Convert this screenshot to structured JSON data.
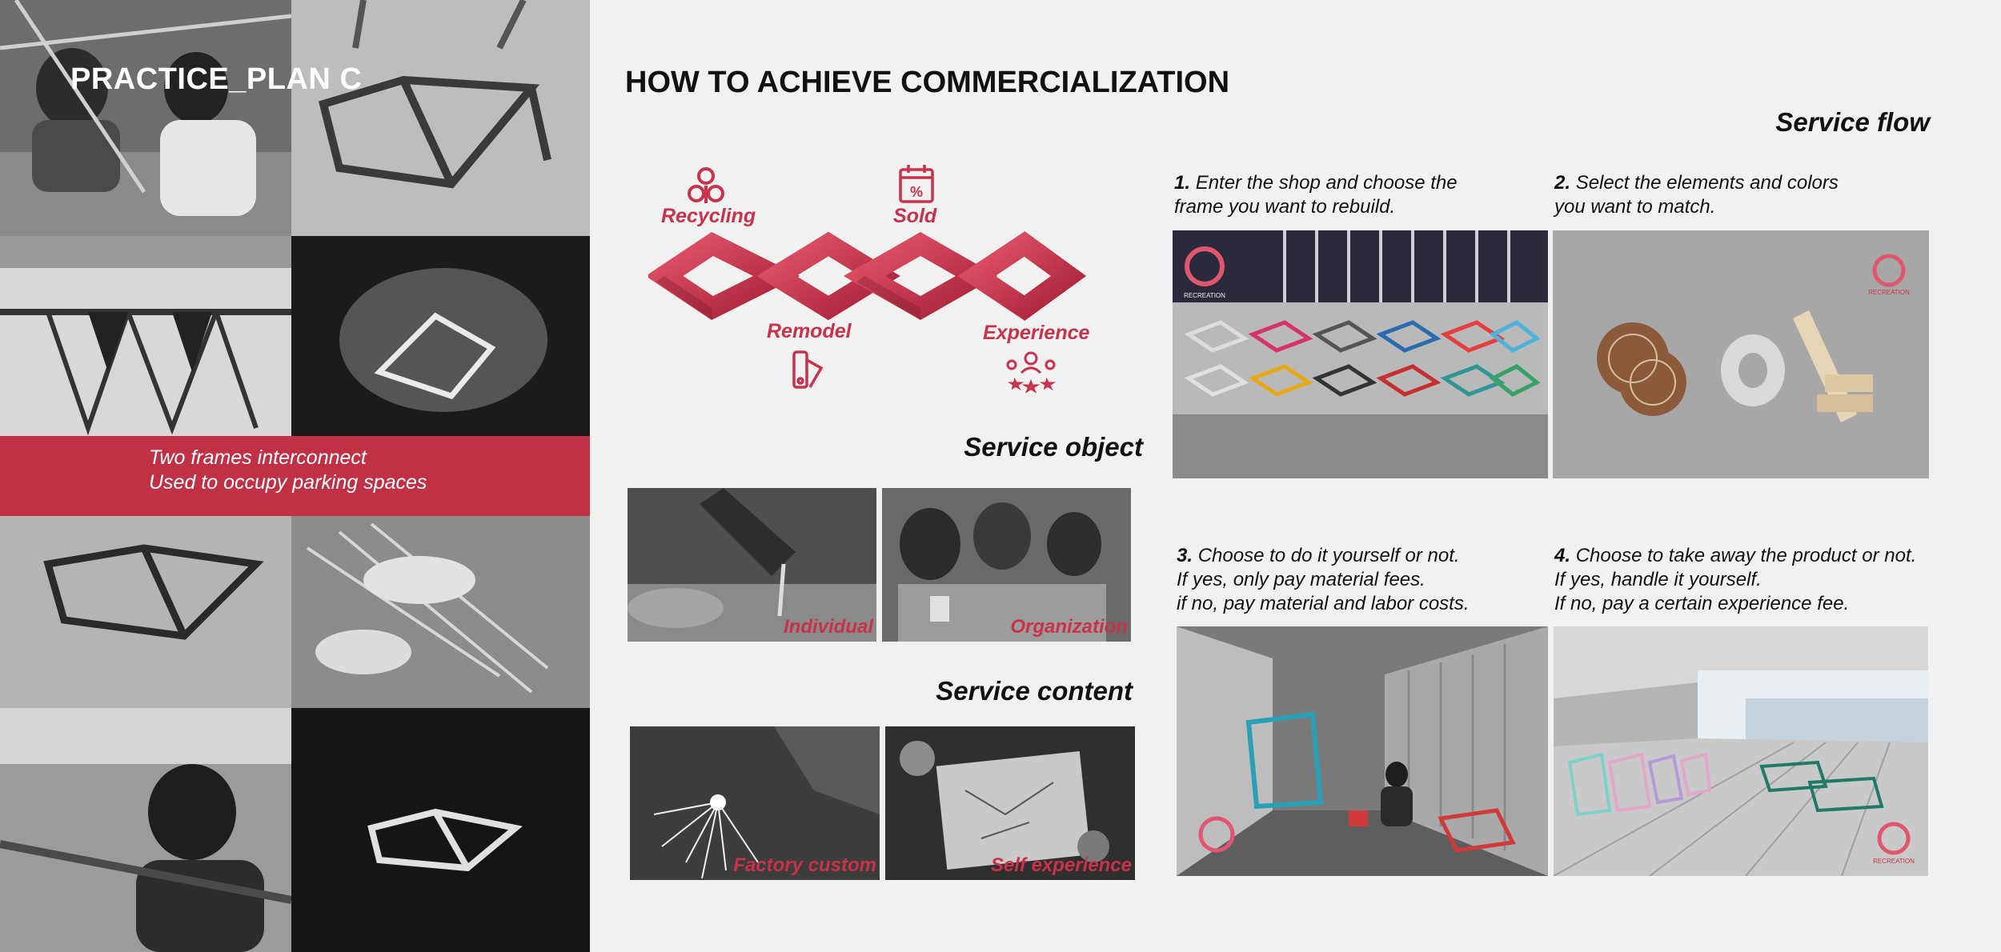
{
  "left_panel": {
    "title": "PRACTICE_PLAN C",
    "banner_line1": "Two frames interconnect",
    "banner_line2": "Used to occupy parking spaces"
  },
  "main": {
    "title": "HOW TO ACHIEVE COMMERCIALIZATION"
  },
  "cycle": {
    "recycling": "Recycling",
    "sold": "Sold",
    "remodel": "Remodel",
    "experience": "Experience",
    "accent_color": "#c8324a"
  },
  "service_object": {
    "heading": "Service object",
    "items": [
      "Individual",
      "Organization"
    ]
  },
  "service_content": {
    "heading": "Service content",
    "items": [
      "Factory custom",
      "Self experience"
    ]
  },
  "service_flow": {
    "heading": "Service flow",
    "steps": [
      {
        "num": "1.",
        "line1": "Enter the shop and choose the",
        "line2": "frame you want to rebuild.",
        "line3": ""
      },
      {
        "num": "2.",
        "line1": "Select the elements and colors",
        "line2": "you want to match.",
        "line3": ""
      },
      {
        "num": "3.",
        "line1": "Choose to do it yourself or not.",
        "line2": "If yes, only pay material fees.",
        "line3": "if no, pay material and labor costs."
      },
      {
        "num": "4.",
        "line1": "Choose to take away the product or not.",
        "line2": "If yes, handle it yourself.",
        "line3": "If no, pay a certain experience fee."
      }
    ],
    "brand_label": "RECREATION"
  }
}
